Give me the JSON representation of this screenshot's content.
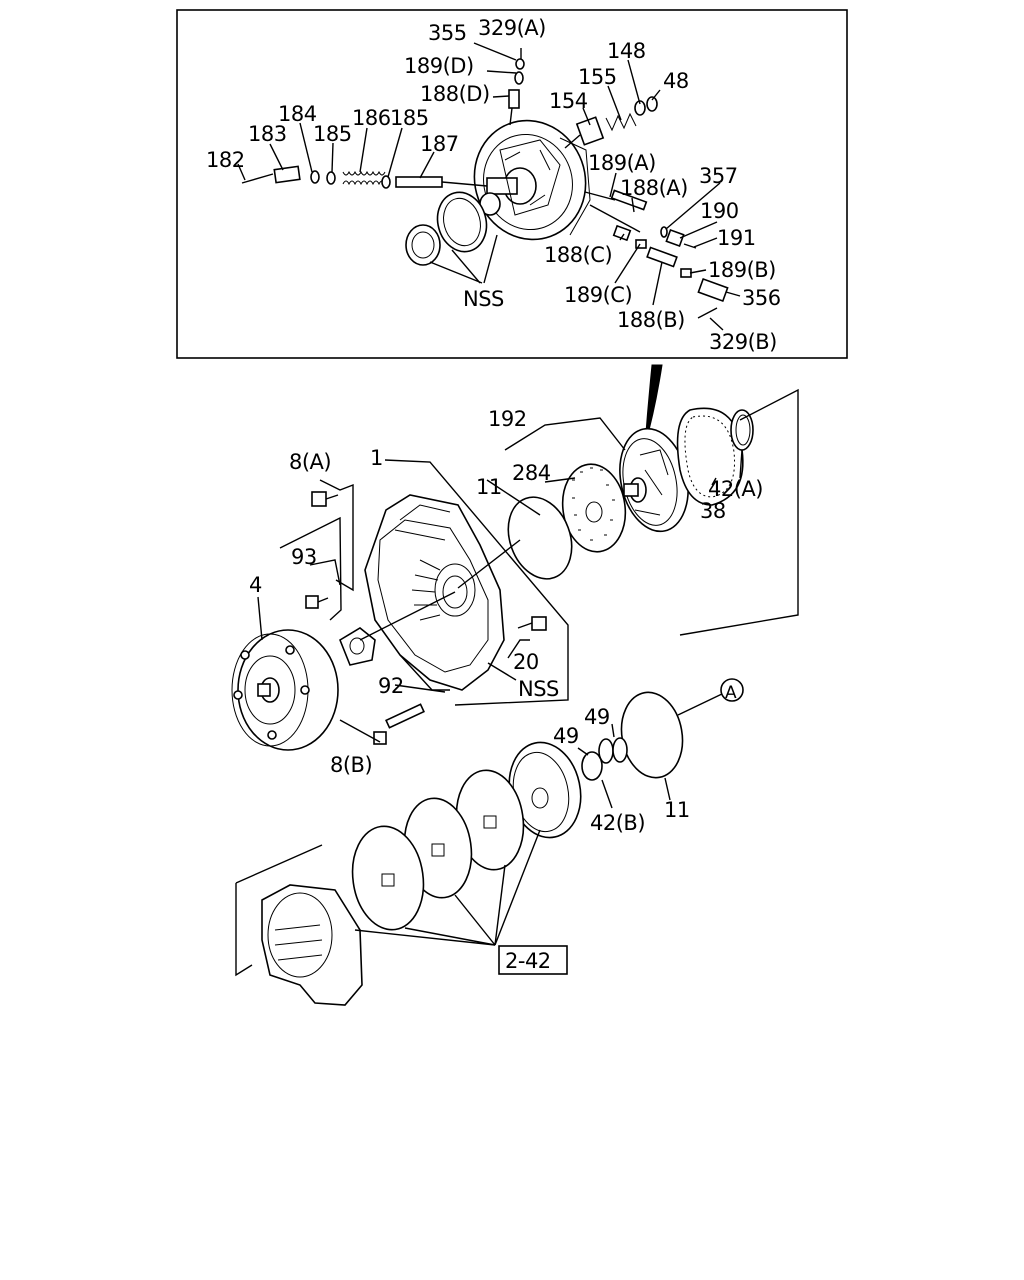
{
  "diagram": {
    "inset_labels": {
      "l355": "355",
      "l329a": "329(A)",
      "l189d": "189(D)",
      "l188d": "188(D)",
      "l148": "148",
      "l155": "155",
      "l48": "48",
      "l154": "154",
      "l184": "184",
      "l183": "183",
      "l186": "186",
      "l185a": "185",
      "l185b": "185",
      "l182": "182",
      "l187": "187",
      "l189a": "189(A)",
      "l188a": "188(A)",
      "l357": "357",
      "l190": "190",
      "l191": "191",
      "l188c": "188(C)",
      "l189b": "189(B)",
      "l189c": "189(C)",
      "l356": "356",
      "l188b": "188(B)",
      "l329b": "329(B)",
      "lnss_top": "NSS"
    },
    "main_labels": {
      "l192": "192",
      "l284": "284",
      "l11a": "11",
      "l1": "1",
      "l8a": "8(A)",
      "l42a": "42(A)",
      "l38": "38",
      "l93": "93",
      "l4": "4",
      "l20": "20",
      "l92": "92",
      "lnss": "NSS",
      "l8b": "8(B)",
      "lA": "A",
      "l49a": "49",
      "l49b": "49",
      "l42b": "42(B)",
      "l11b": "11",
      "ref": "2-42"
    }
  }
}
